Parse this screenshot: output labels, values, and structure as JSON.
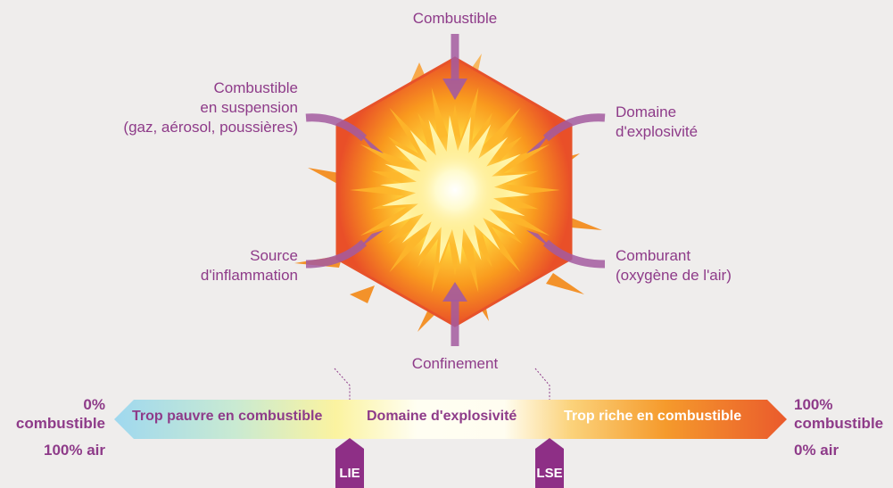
{
  "hexagon": {
    "top": "Combustible",
    "top_left": "Combustible\nen suspension\n(gaz, aérosol, poussières)",
    "top_right": "Domaine\nd'explosivité",
    "bottom_left": "Source\nd'inflammation",
    "bottom_right": "Comburant\n(oxygène de l'air)",
    "bottom": "Confinement"
  },
  "scale": {
    "left_top": "0%\ncombustible",
    "left_bottom": "100% air",
    "right_top": "100%\ncombustible",
    "right_bottom": "0% air",
    "segments": [
      {
        "label": "Trop pauvre en combustible",
        "color": "#8e3b89"
      },
      {
        "label": "Domaine d'explosivité",
        "color": "#8e3b89"
      },
      {
        "label": "Trop riche en combustible",
        "color": "#ffffff"
      }
    ],
    "markers": {
      "lie": "LIE",
      "lse": "LSE"
    }
  },
  "colors": {
    "accent": "#8e3b89",
    "arrow": "#a86aa8",
    "hex_outer": "#e85a2a",
    "hex_inner": "#fff7c0"
  }
}
